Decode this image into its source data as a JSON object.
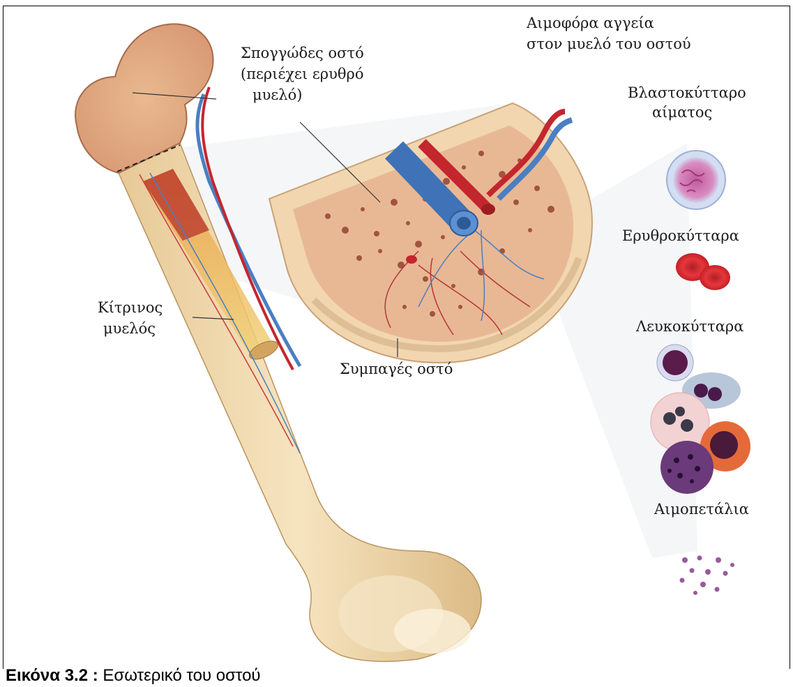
{
  "figure": {
    "labels": {
      "spongy_bone_line1": "Σπογγώδες οστό",
      "spongy_bone_line2": "(περιέχει ερυθρό",
      "spongy_bone_line3": "μυελό)",
      "blood_vessels_line1": "Αιμοφόρα αγγεία",
      "blood_vessels_line2": "στον μυελό του οστού",
      "stem_cell_line1": "Βλαστοκύτταρο",
      "stem_cell_line2": "αίματος",
      "red_cells": "Ερυθροκύτταρα",
      "white_cells": "Λευκοκύτταρα",
      "platelets": "Αιμοπετάλια",
      "yellow_marrow_line1": "Κίτρινος",
      "yellow_marrow_line2": "μυελός",
      "compact_bone": "Συμπαγές οστό"
    },
    "colors": {
      "bone": "#f0d9ae",
      "bone_dark": "#d9b77f",
      "marrow_red": "#c4262e",
      "vein_blue": "#4a7fc2",
      "yellow_marrow": "#efc35a"
    }
  },
  "caption": {
    "number": "Εικόνα 3.2 :",
    "text": " Εσωτερικό του οστού"
  }
}
